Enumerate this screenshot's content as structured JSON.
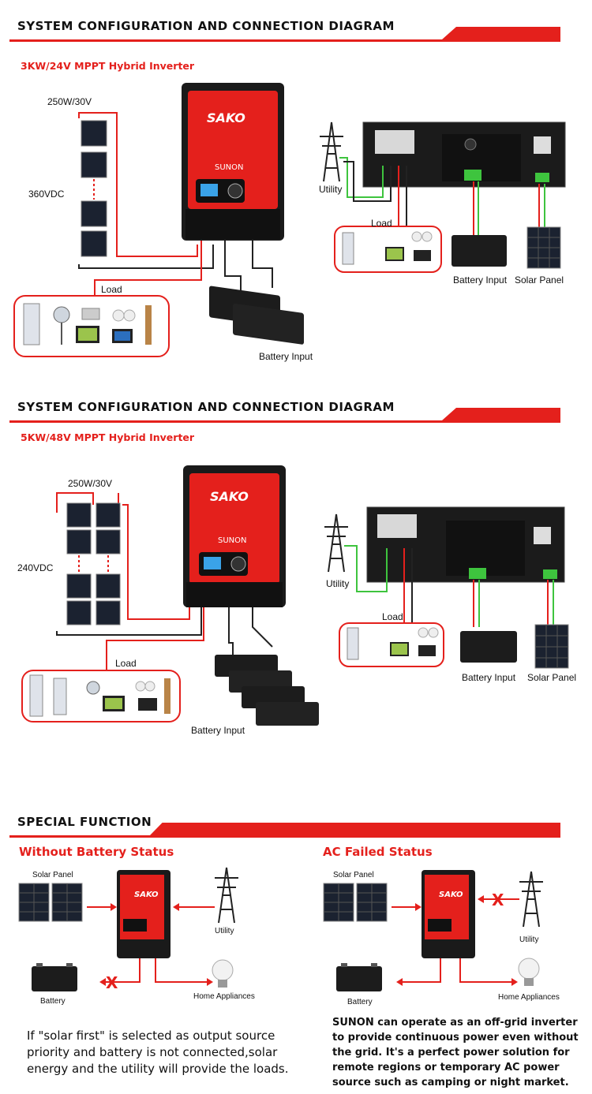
{
  "sections": [
    {
      "title": "SYSTEM CONFIGURATION AND CONNECTION DIAGRAM",
      "subtitle": "3KW/24V MPPT Hybrid  Inverter"
    },
    {
      "title": "SYSTEM CONFIGURATION AND CONNECTION DIAGRAM",
      "subtitle": "5KW/48V MPPT Hybrid  Inverter"
    },
    {
      "title": "SPECIAL FUNCTION"
    }
  ],
  "diagram1": {
    "panel_spec": "250W/30V",
    "string_voltage": "360VDC",
    "load": "Load",
    "battery": "Battery Input",
    "utility": "Utility",
    "rack_load": "Load",
    "rack_battery": "Battery Input",
    "rack_solar": "Solar Panel"
  },
  "diagram2": {
    "panel_spec": "250W/30V",
    "string_voltage": "240VDC",
    "load": "Load",
    "battery": "Battery Input",
    "utility": "Utility",
    "rack_load": "Load",
    "rack_battery": "Battery Input",
    "rack_solar": "Solar Panel"
  },
  "inverter": {
    "brand": "SAKO",
    "model": "SUNON"
  },
  "special": {
    "left": {
      "status": "Without Battery Status",
      "solar": "Solar Panel",
      "utility": "Utility",
      "battery": "Battery",
      "appliances": "Home Appliances",
      "caption": "If \"solar first\" is selected as output  source priority and battery is not connected,solar energy and the utility will provide the loads."
    },
    "right": {
      "status": "AC Failed  Status",
      "solar": "Solar Panel",
      "utility": "Utility",
      "battery": "Battery",
      "appliances": "Home Appliances",
      "caption": "SUNON can operate as an off-grid inverter to provide continuous power even without the grid. It's a perfect power solution for remote regions or temporary AC power source such as camping or night market."
    }
  },
  "colors": {
    "accent": "#e4201c",
    "wire_red": "#e4201c",
    "wire_green": "#3ec43e",
    "wire_black": "#222222"
  }
}
